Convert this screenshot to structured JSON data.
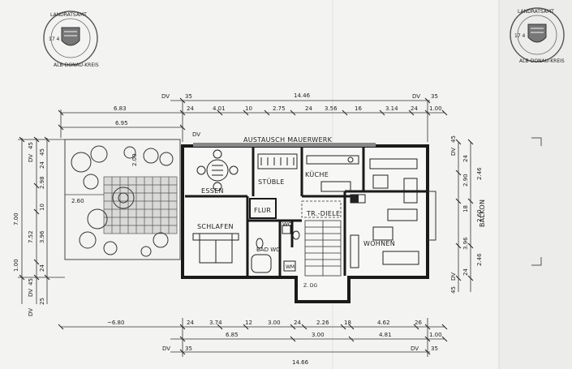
{
  "rooms": {
    "essen": "ESSEN",
    "stueble": "STÜBLE",
    "kueche": "KÜCHE",
    "schlafen": "SCHLAFEN",
    "flur": "FLUR",
    "wc": "WC",
    "bad_wc": "BAD WC",
    "diele": "TR.-DIELE",
    "wohnen": "WOHNEN",
    "dg": "Z. DG",
    "wm": "WM",
    "balkon": "BALKON"
  },
  "labels": {
    "austausch": "AUSTAUSCH MAUERWERK",
    "dv": "DV",
    "stamp_top": "LANDRATSAMT",
    "stamp_bottom": "ALB-DONAU-KREIS",
    "stamp_digits": "17 4"
  },
  "dims": {
    "top_total": "14.46",
    "top_35": "35",
    "top_row2": [
      "6.83",
      "24",
      "4.01",
      "10",
      "2.75",
      "24",
      "3.56",
      "16",
      "3.14",
      "24",
      "1.00"
    ],
    "top_695": "6.95",
    "left_700": "7.00",
    "left_752": "7.52",
    "left_col": [
      "45",
      "24",
      "2.98",
      "10",
      "3.96",
      "24",
      "1.00",
      "45",
      "25"
    ],
    "left_2_00": "2.00",
    "left_2_60": "2.60",
    "right_col": [
      "45",
      "24",
      "2.90",
      "18",
      "3.96",
      "24",
      "45"
    ],
    "right_col2": [
      "2.46",
      "2.60",
      "2.46"
    ],
    "bot_row1": [
      "~6.80",
      "24",
      "3.74",
      "12",
      "3.00",
      "24",
      "2.26",
      "18",
      "4.62",
      "26"
    ],
    "bot_row2": [
      "6.85",
      "3.00",
      "4.81",
      "1.00"
    ],
    "bot_35": "35",
    "bot_total": "14.66"
  }
}
